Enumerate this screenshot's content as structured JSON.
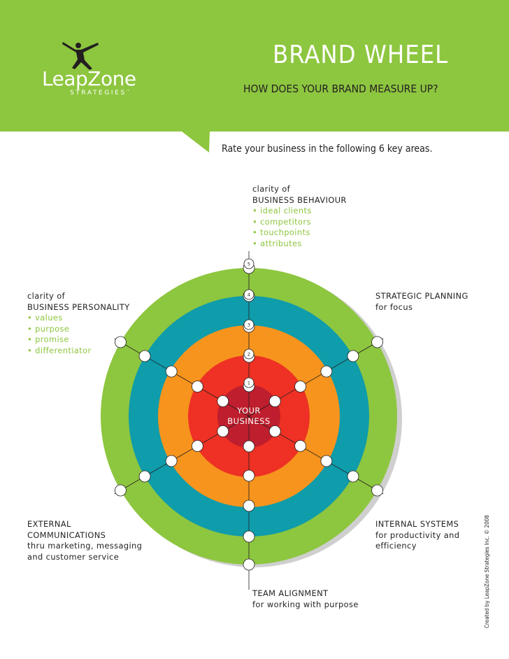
{
  "header": {
    "logo": {
      "name": "LeapZone",
      "tagline": "STRATEGIES",
      "trademark": "™"
    },
    "title": "BRAND WHEEL",
    "subtitle": "HOW DOES YOUR BRAND MEASURE UP?"
  },
  "intro": "Rate your business in the following 6 key areas.",
  "colors": {
    "header_green": "#8dc63f",
    "ring_green": "#8dc63f",
    "ring_teal": "#0f9cab",
    "ring_orange": "#f7941d",
    "ring_red": "#ee3124",
    "center_red": "#be1e2d",
    "bullet": "#8dc63f"
  },
  "wheel": {
    "center_label": [
      "YOUR",
      "BUSINESS"
    ],
    "scale": [
      "1",
      "2",
      "3",
      "4",
      "5"
    ]
  },
  "areas": [
    {
      "id": "business-behaviour",
      "lines": [
        "clarity of",
        "BUSINESS BEHAVIOUR"
      ],
      "bullets": [
        "ideal clients",
        "competitors",
        "touchpoints",
        "attributes"
      ]
    },
    {
      "id": "strategic-planning",
      "lines": [
        "STRATEGIC PLANNING",
        "for focus"
      ],
      "bullets": []
    },
    {
      "id": "internal-systems",
      "lines": [
        "INTERNAL SYSTEMS",
        "for productivity and",
        "efficiency"
      ],
      "bullets": []
    },
    {
      "id": "team-alignment",
      "lines": [
        "TEAM ALIGNMENT",
        "for working with purpose"
      ],
      "bullets": []
    },
    {
      "id": "external-communications",
      "lines": [
        "EXTERNAL",
        "COMMUNICATIONS",
        "thru marketing, messaging",
        "and customer service"
      ],
      "bullets": []
    },
    {
      "id": "business-personality",
      "lines": [
        "clarity of",
        "BUSINESS PERSONALITY"
      ],
      "bullets": [
        "values",
        "purpose",
        "promise",
        "differentiator"
      ]
    }
  ],
  "credit": "Created by LeapZone Strategies Inc. © 2008"
}
